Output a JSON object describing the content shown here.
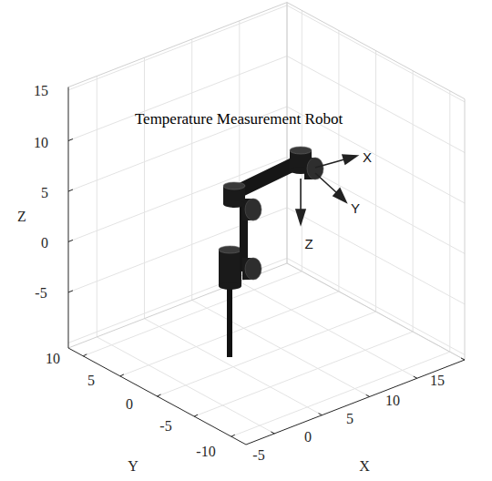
{
  "diagram": {
    "title": "Temperature Measurement Robot",
    "labels": [
      "15",
      "10",
      "5",
      "0",
      "-5",
      "Z",
      "10",
      "5",
      "0",
      "-5",
      "-10",
      "Y",
      "-5",
      "0",
      "5",
      "10",
      "15",
      "X",
      "X",
      "Y",
      "Z"
    ]
  }
}
